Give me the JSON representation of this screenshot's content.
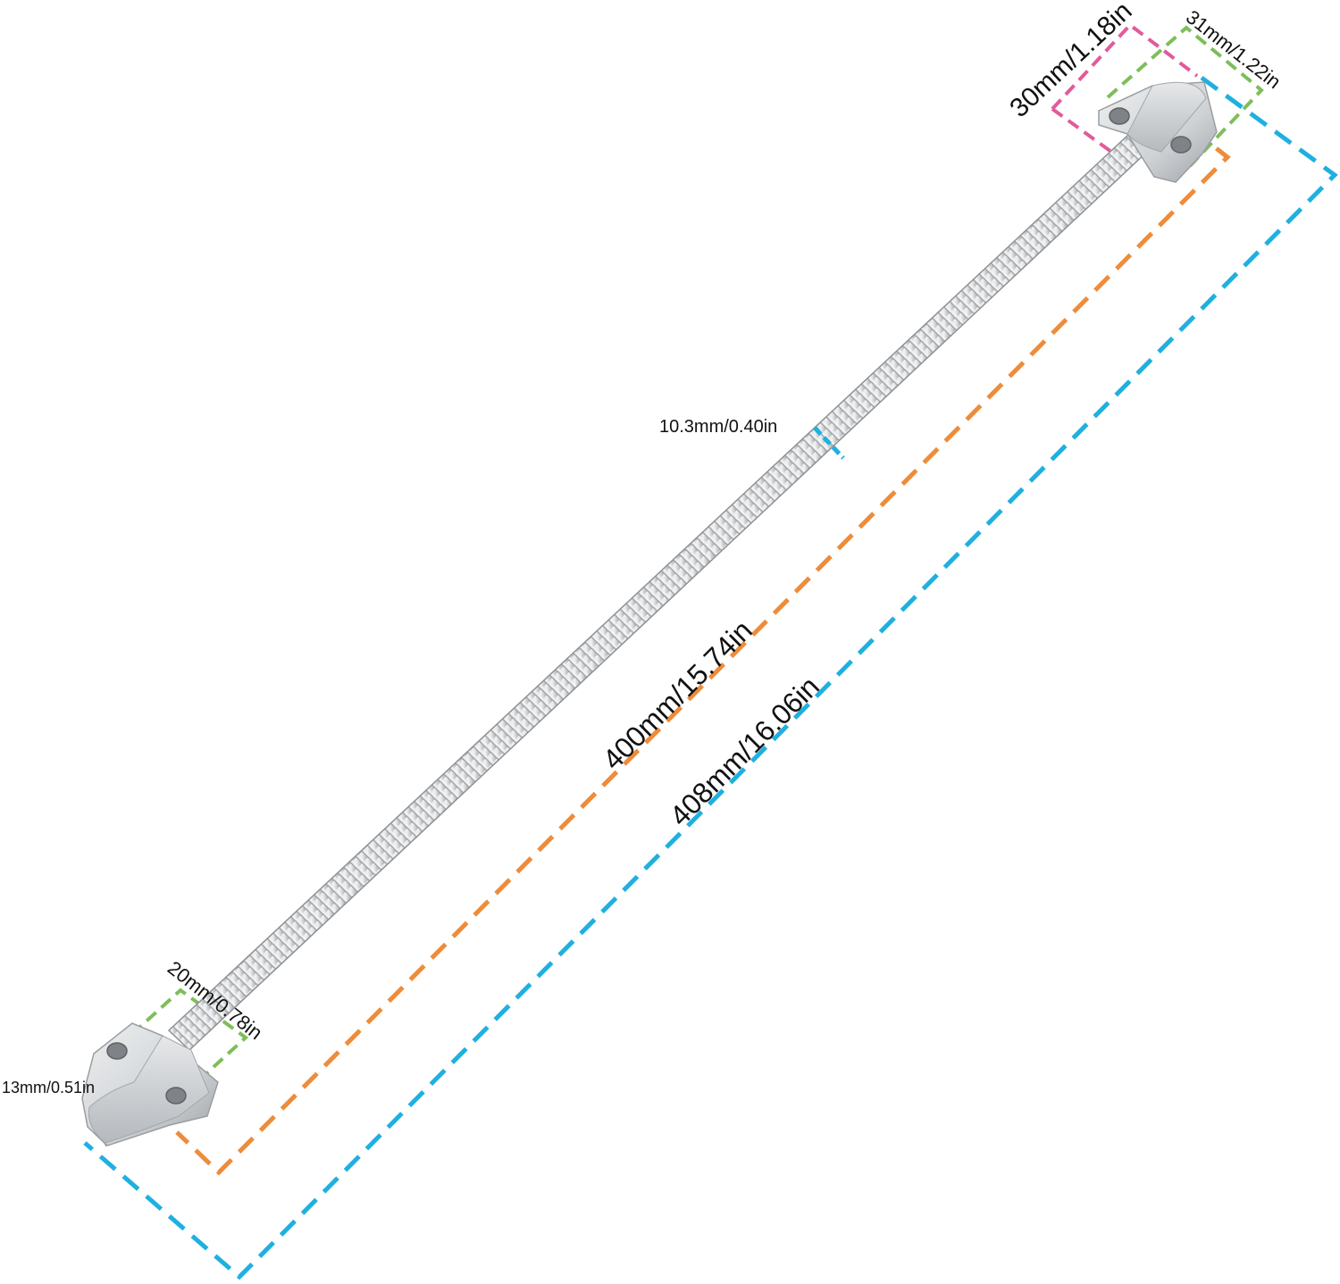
{
  "product": {
    "name": "door-loop-armored-cable",
    "icon": "armored-door-loop-icon"
  },
  "colors": {
    "total_length": "#1fb0e0",
    "cable_length": "#ee8c3a",
    "mount_width": "#7dbe5a",
    "mount_height": "#e25a9a",
    "cable_diameter": "#1fb0e0",
    "metal_light": "#e4e6e8",
    "metal_mid": "#c4c7ca",
    "metal_dark": "#8f9397"
  },
  "dimensions": {
    "top_mount_length": "30mm/1.18in",
    "top_mount_width": "31mm/1.22in",
    "cable_diameter": "10.3mm/0.40in",
    "cable_length": "400mm/15.74in",
    "total_length": "408mm/16.06in",
    "bottom_mount_width": "20mm/0.78in",
    "bottom_mount_height": "13mm/0.51in"
  }
}
